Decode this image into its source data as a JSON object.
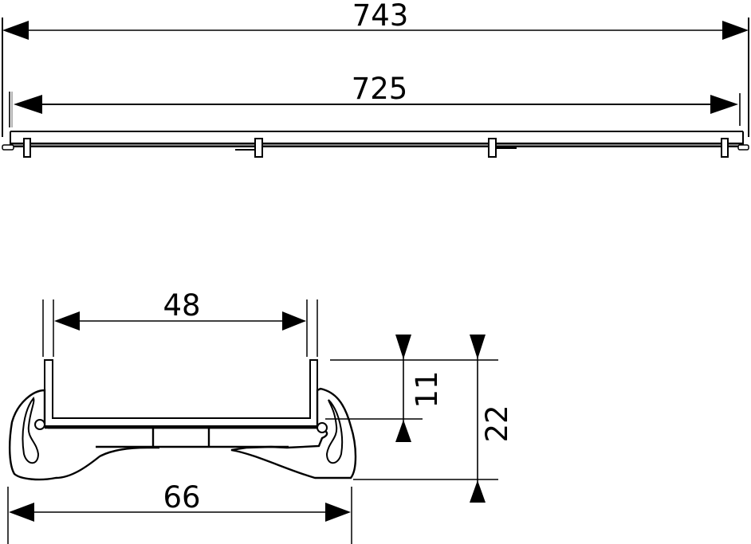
{
  "drawing": {
    "type": "technical dimension drawing",
    "subject": "linear shower drain grate - top length view and cross-section",
    "line_color": "#000000",
    "background": "#ffffff"
  },
  "dimensions": {
    "overall_length": "743",
    "grate_length": "725",
    "inner_width": "48",
    "height_upper": "11",
    "total_height": "22",
    "outer_width": "66"
  }
}
